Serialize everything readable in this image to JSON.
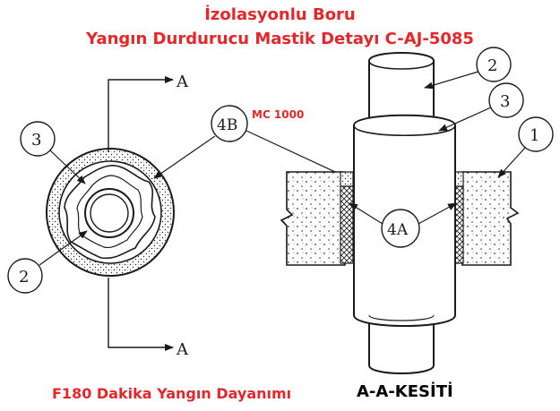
{
  "title": {
    "line1": "İzolasyonlu Boru",
    "line2": "Yangın Durdurucu Mastik Detayı C-AJ-5085"
  },
  "annotation": {
    "mc": "MC 1000"
  },
  "footer": {
    "rating": "F180 Dakika Yangın Dayanımı",
    "section": "A-A-KESİTİ"
  },
  "callouts": {
    "c1": "1",
    "c2_top": "2",
    "c3_top": "3",
    "c3_left": "3",
    "c2_left": "2",
    "c4b": "4B",
    "c4a": "4A"
  },
  "section_marks": {
    "top": "A",
    "bottom": "A"
  },
  "colors": {
    "title_red": "#e8262a",
    "line": "#1a1a1a"
  }
}
